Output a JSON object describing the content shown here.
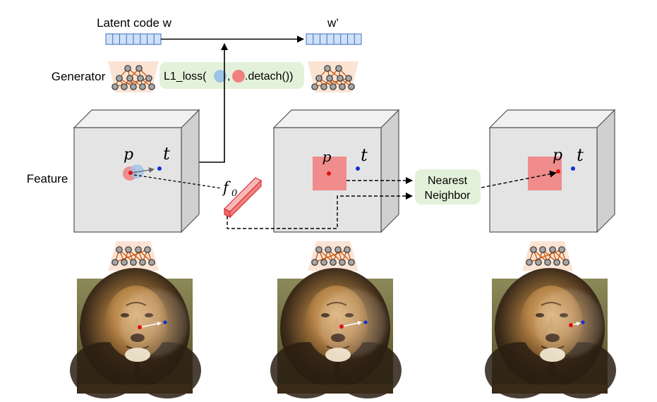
{
  "labels": {
    "latent_code": "Latent code w",
    "latent_code_updated": "w’",
    "generator": "Generator",
    "feature": "Feature",
    "loss_prefix": "L1_loss(",
    "loss_comma": ",",
    "loss_suffix": ".detach())",
    "nearest_line1": "Nearest",
    "nearest_line2": "Neighbor",
    "handle_point": "p",
    "target_point": "t",
    "feature_vector": "f",
    "feature_vector_sub": "0"
  },
  "colors": {
    "latent_fill": "#cfe0f7",
    "latent_stroke": "#3d6fc2",
    "generator_bg": "#fbe3d4",
    "node_fill": "#a6a6a6",
    "edge_color": "#c65a11",
    "cube_front": "#e4e4e4",
    "cube_top": "#f1f1f1",
    "cube_side": "#d0d0d0",
    "patch_red": "#f08c8c",
    "box_green": "#e3f1da",
    "handle_red": "#e01010",
    "target_blue": "#1030d8",
    "loss_blue_circle": "#9dc3e6",
    "loss_red_circle": "#f08080"
  },
  "icons": {
    "generator": "neural-network-icon",
    "arrow": "arrow-icon",
    "lion": "lion-photo"
  }
}
